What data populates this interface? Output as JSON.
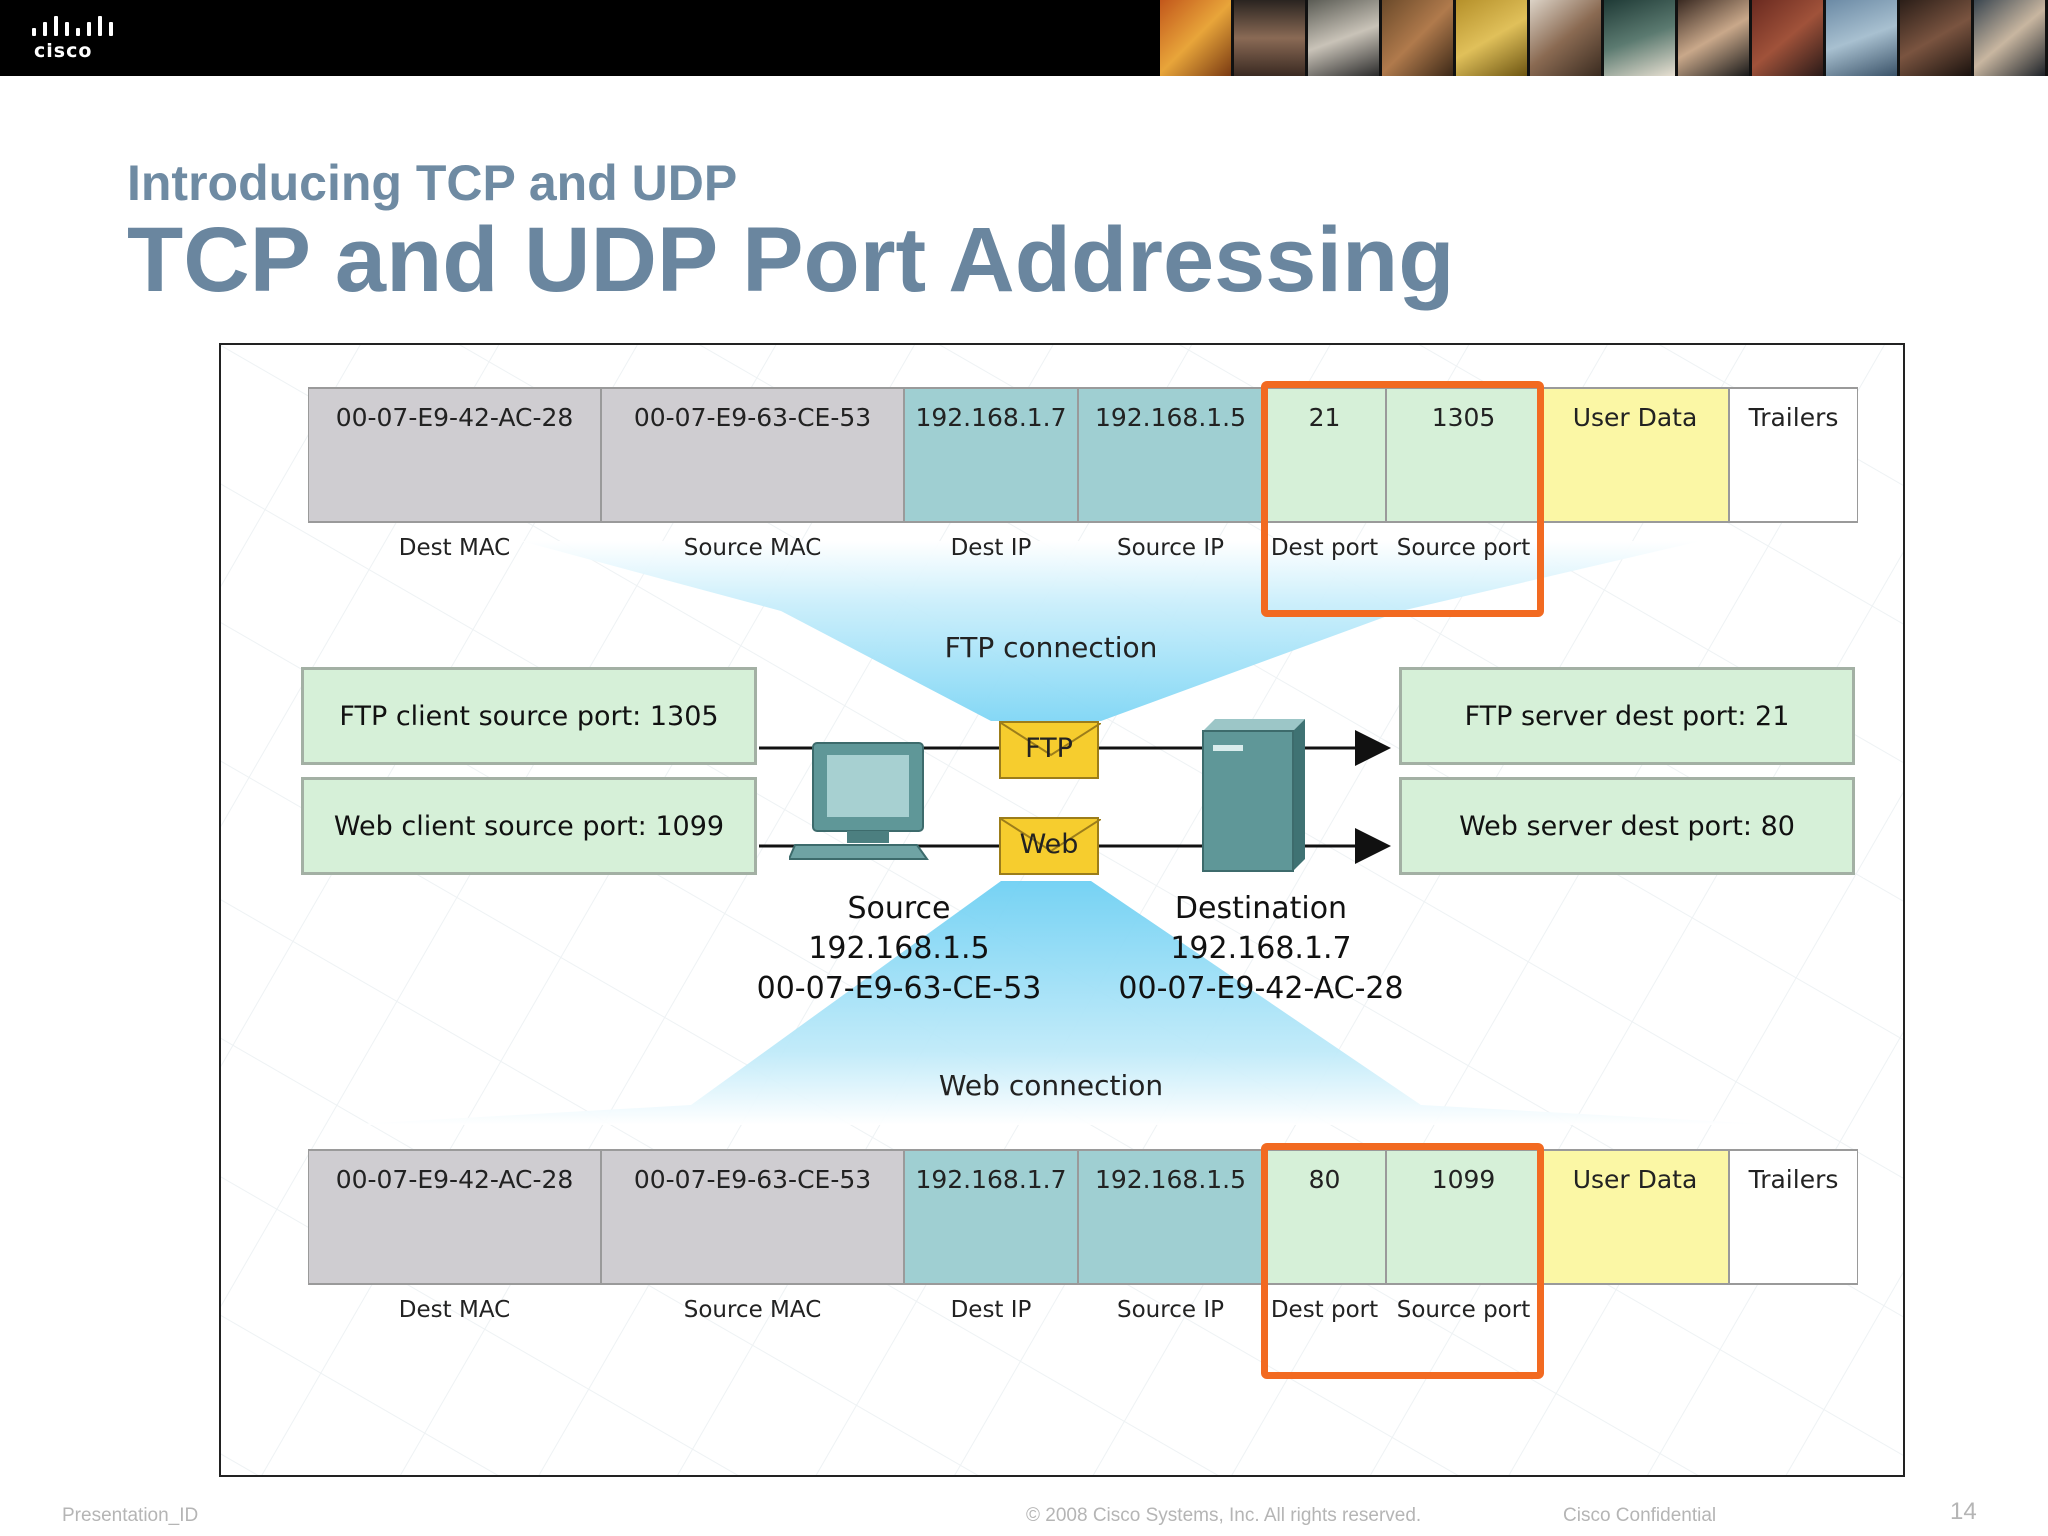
{
  "header": {
    "logo_text": "cisco",
    "subtitle": "Introducing TCP and UDP",
    "title": "TCP and UDP Port Addressing"
  },
  "diagram": {
    "ftp_packet": {
      "cells": [
        "00-07-E9-42-AC-28",
        "00-07-E9-63-CE-53",
        "192.168.1.7",
        "192.168.1.5",
        "21",
        "1305",
        "User Data",
        "Trailers"
      ],
      "labels": [
        "Dest MAC",
        "Source MAC",
        "Dest IP",
        "Source IP",
        "Dest port",
        "Source port"
      ]
    },
    "web_packet": {
      "cells": [
        "00-07-E9-42-AC-28",
        "00-07-E9-63-CE-53",
        "192.168.1.7",
        "192.168.1.5",
        "80",
        "1099",
        "User Data",
        "Trailers"
      ],
      "labels": [
        "Dest MAC",
        "Source MAC",
        "Dest IP",
        "Source IP",
        "Dest port",
        "Source port"
      ]
    },
    "ftp_connection_label": "FTP connection",
    "web_connection_label": "Web connection",
    "client_ports": [
      "FTP client source port: 1305",
      "Web client source port: 1099"
    ],
    "server_ports": [
      "FTP server dest port: 21",
      "Web server dest port: 80"
    ],
    "envelopes": [
      "FTP",
      "Web"
    ],
    "source": {
      "title": "Source",
      "ip": "192.168.1.5",
      "mac": "00-07-E9-63-CE-53"
    },
    "destination": {
      "title": "Destination",
      "ip": "192.168.1.7",
      "mac": "00-07-E9-42-AC-28"
    },
    "colors": {
      "highlight": "#f26a21",
      "port_green": "#d6f0d8",
      "ip_teal": "#9fcfd2",
      "mac_grey": "#cfcdd1",
      "data_yellow": "#fbf7a5",
      "title_blue": "#6a869f"
    }
  },
  "footer": {
    "presentation_id": "Presentation_ID",
    "copyright": "© 2008 Cisco Systems, Inc. All rights reserved.",
    "confidential": "Cisco Confidential",
    "page": "14"
  }
}
